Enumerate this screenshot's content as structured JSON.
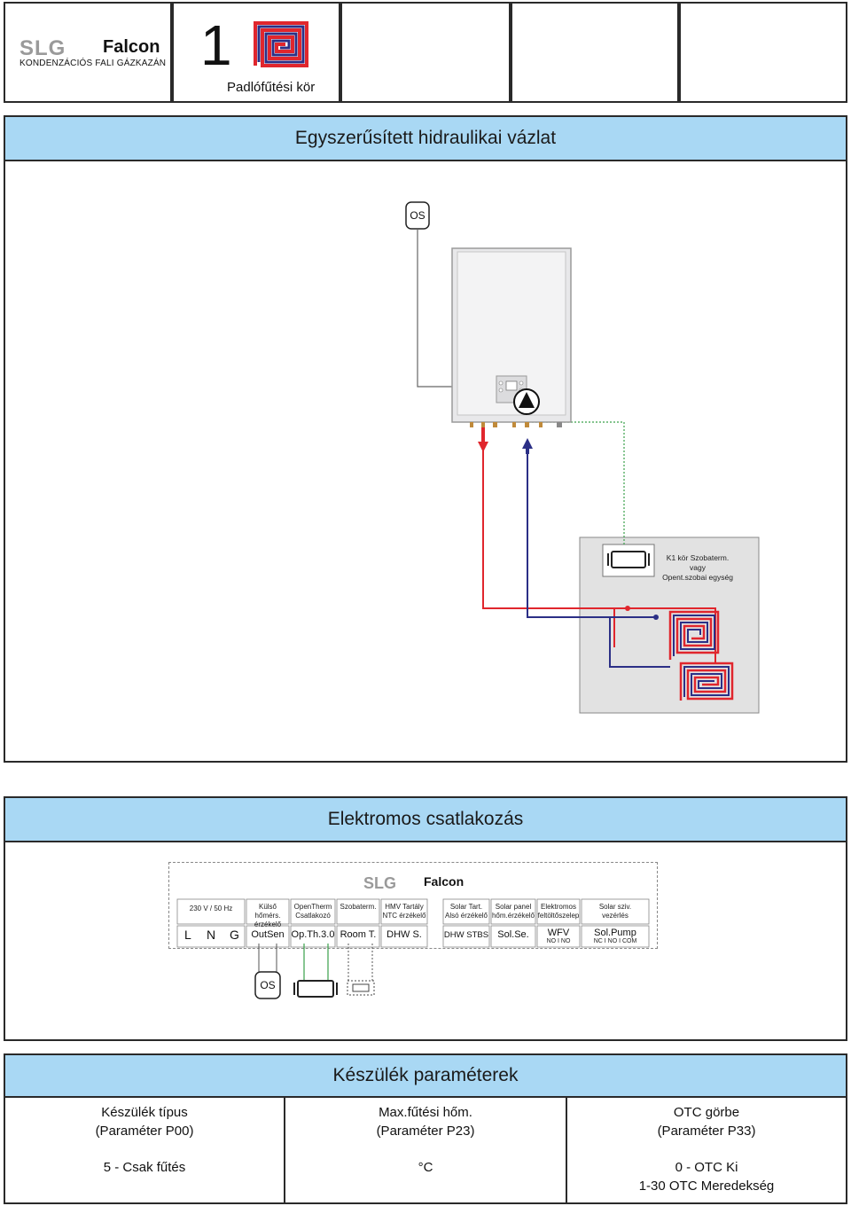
{
  "header": {
    "brand_slg": "SLG",
    "brand_falcon": "Falcon",
    "brand_tagline": "KONDENZÁCIÓS FALI GÁZKAZÁN",
    "circuit_number": "1",
    "circuit_name": "Padlófűtési kör"
  },
  "hydraulic": {
    "title": "Egyszerűsített hidraulikai vázlat",
    "outdoor_sensor": "OS",
    "room_unit_line1": "K1 kör Szobaterm.",
    "room_unit_line2": "vagy",
    "room_unit_line3": "Opent.szobai egység"
  },
  "electrical": {
    "title": "Elektromos csatlakozás",
    "board_brand_slg": "SLG",
    "board_brand_falcon": "Falcon",
    "labels": [
      {
        "top": "230 V / 50 Hz",
        "bottom": ""
      },
      {
        "top": "Külső hőmérs.",
        "bottom": "érzékelő"
      },
      {
        "top": "OpenTherm",
        "bottom": "Csatlakozó"
      },
      {
        "top": "Szobaterm.",
        "bottom": ""
      },
      {
        "top": "HMV Tartály",
        "bottom": "NTC érzékelő"
      },
      {
        "top": "Solar Tart.",
        "bottom": "Alsó érzékelő"
      },
      {
        "top": "Solar panel",
        "bottom": "hőm.érzékelő"
      },
      {
        "top": "Elektromos",
        "bottom": "feltöltőszelep"
      },
      {
        "top": "Solar sziv.",
        "bottom": "vezérlés"
      }
    ],
    "terminals": {
      "L": "L",
      "N": "N",
      "G": "G",
      "outsen": "OutSen",
      "opth": "Op.Th.3.0",
      "room": "Room T.",
      "dhw": "DHW S.",
      "dhwstbs": "DHW STBS",
      "solse": "Sol.Se.",
      "wfv": "WFV",
      "wfv_sub": "NO  I  NO",
      "solpump": "Sol.Pump",
      "solpump_sub": "NC  I  NO  I COM"
    },
    "os_label": "OS"
  },
  "parameters": {
    "title": "Készülék paraméterek",
    "columns": [
      {
        "line1": "Készülék típus",
        "line2": "(Paraméter P00)",
        "value1": "5 - Csak fűtés",
        "value2": ""
      },
      {
        "line1": "Max.fűtési hőm.",
        "line2": "(Paraméter P23)",
        "value1": "°C",
        "value2": ""
      },
      {
        "line1": "OTC görbe",
        "line2": "(Paraméter P33)",
        "value1": "0 - OTC Ki",
        "value2": "1-30 OTC Meredekség"
      }
    ]
  },
  "colors": {
    "band": "#a9d8f4",
    "supply_red": "#e0262d",
    "return_blue": "#2b2f86",
    "sensor_wire": "#555555",
    "green_wire": "#3aa14a"
  }
}
